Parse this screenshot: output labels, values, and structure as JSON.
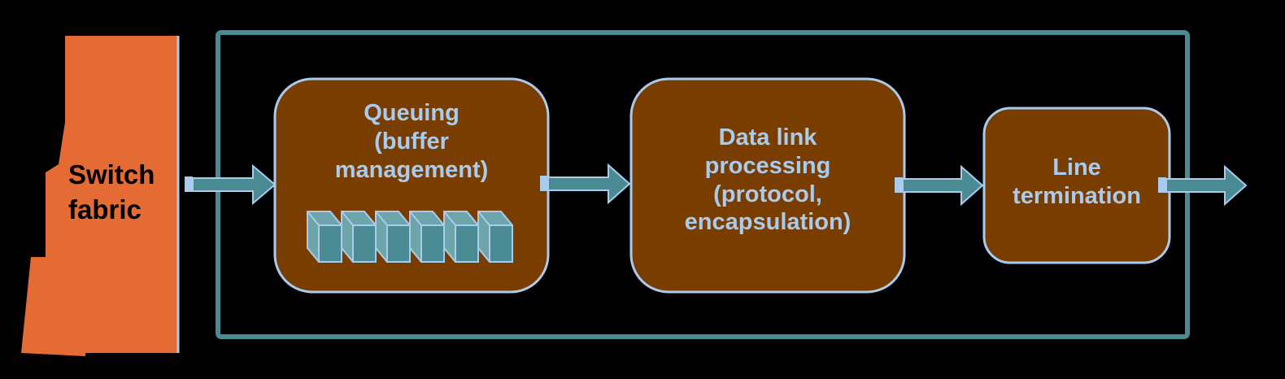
{
  "colors": {
    "background": "#000000",
    "fabric": "#e56b34",
    "fabric_edge": "#a9cbee",
    "outer_frame": "#4a8a93",
    "block_fill": "#7a3d00",
    "block_border": "#a9cbee",
    "text_light": "#a9cbee",
    "arrow_fill": "#4a8a93",
    "arrow_stroke": "#a9cbee",
    "buffer_front": "#4a8a93",
    "buffer_side": "#6ea5ab"
  },
  "switch_fabric": {
    "label_lines": [
      "Switch",
      "fabric"
    ]
  },
  "blocks": {
    "queuing": {
      "label_lines": [
        "Queuing",
        "(buffer",
        "management)"
      ],
      "buffer_count": 6
    },
    "data_link": {
      "label_lines": [
        "Data link",
        "processing",
        "(protocol,",
        "encapsulation)"
      ]
    },
    "line_termination": {
      "label_lines": [
        "Line",
        "termination"
      ]
    }
  }
}
